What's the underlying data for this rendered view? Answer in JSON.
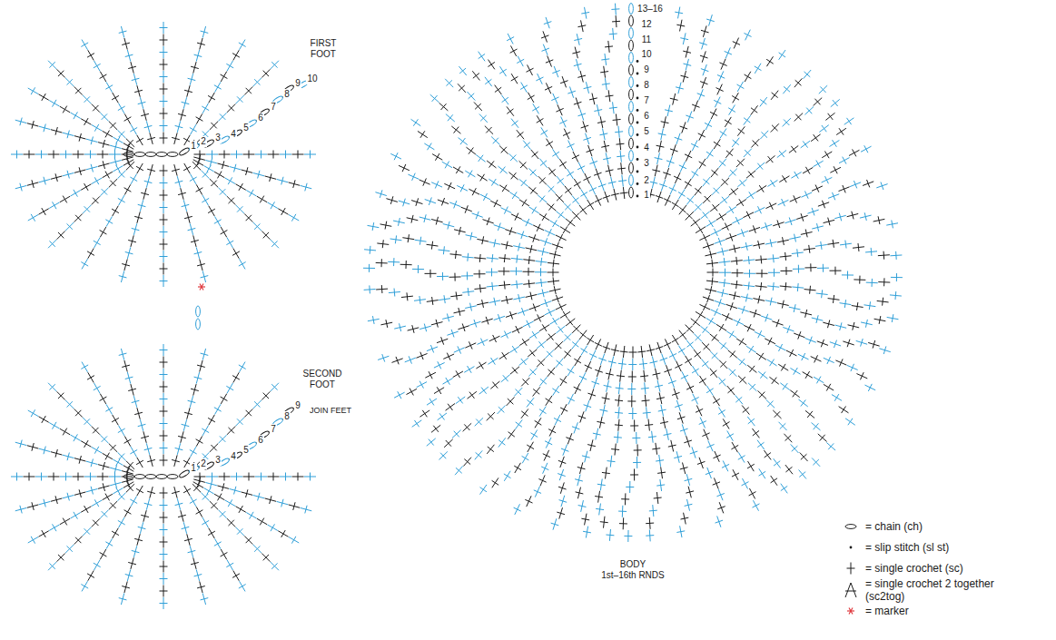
{
  "diagram": {
    "labels": [
      "FIRST FOOT",
      "1",
      "2",
      "3",
      "4",
      "5",
      "6",
      "7",
      "8",
      "9",
      "10",
      "SECOND FOOT",
      "1",
      "2",
      "3",
      "4",
      "5",
      "6",
      "7",
      "8",
      "9",
      "JOIN FEET",
      "1",
      "2",
      "3",
      "4",
      "5",
      "6",
      "7",
      "8",
      "9",
      "10",
      "11",
      "12",
      "13–16",
      "BODY",
      "1st–16th RNDS"
    ],
    "legend": [
      {
        "text": "= chain (ch)"
      },
      {
        "text": "= slip stitch (sl st)"
      },
      {
        "text": "= single crochet (sc)"
      },
      {
        "text": "= single crochet 2 together (sc2tog)"
      },
      {
        "text": "= marker"
      }
    ]
  }
}
